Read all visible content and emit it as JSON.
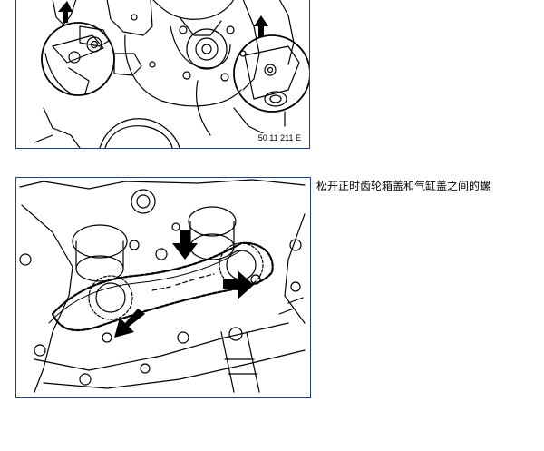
{
  "figures": [
    {
      "id": "fig1",
      "code": "50 11 211 E"
    },
    {
      "id": "fig2",
      "code": ""
    }
  ],
  "step_text": "松开正时齿轮箱盖和气缸盖之间的螺"
}
